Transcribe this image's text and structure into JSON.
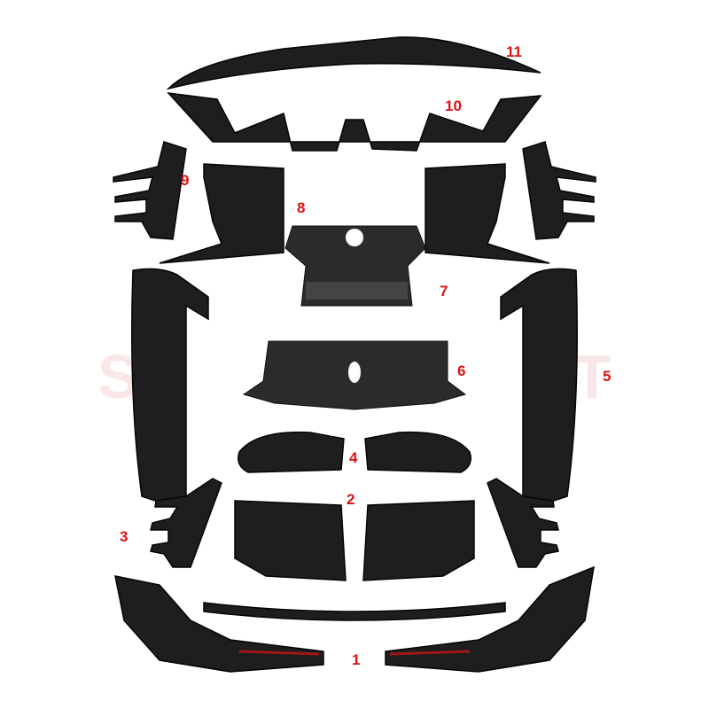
{
  "labels": [
    "1",
    "2",
    "3",
    "4",
    "5",
    "6",
    "7",
    "8",
    "9",
    "10",
    "11"
  ],
  "watermark": "ST",
  "colors": {
    "label": "#e01010",
    "part": "#1e1e20",
    "background": "#ffffff"
  }
}
